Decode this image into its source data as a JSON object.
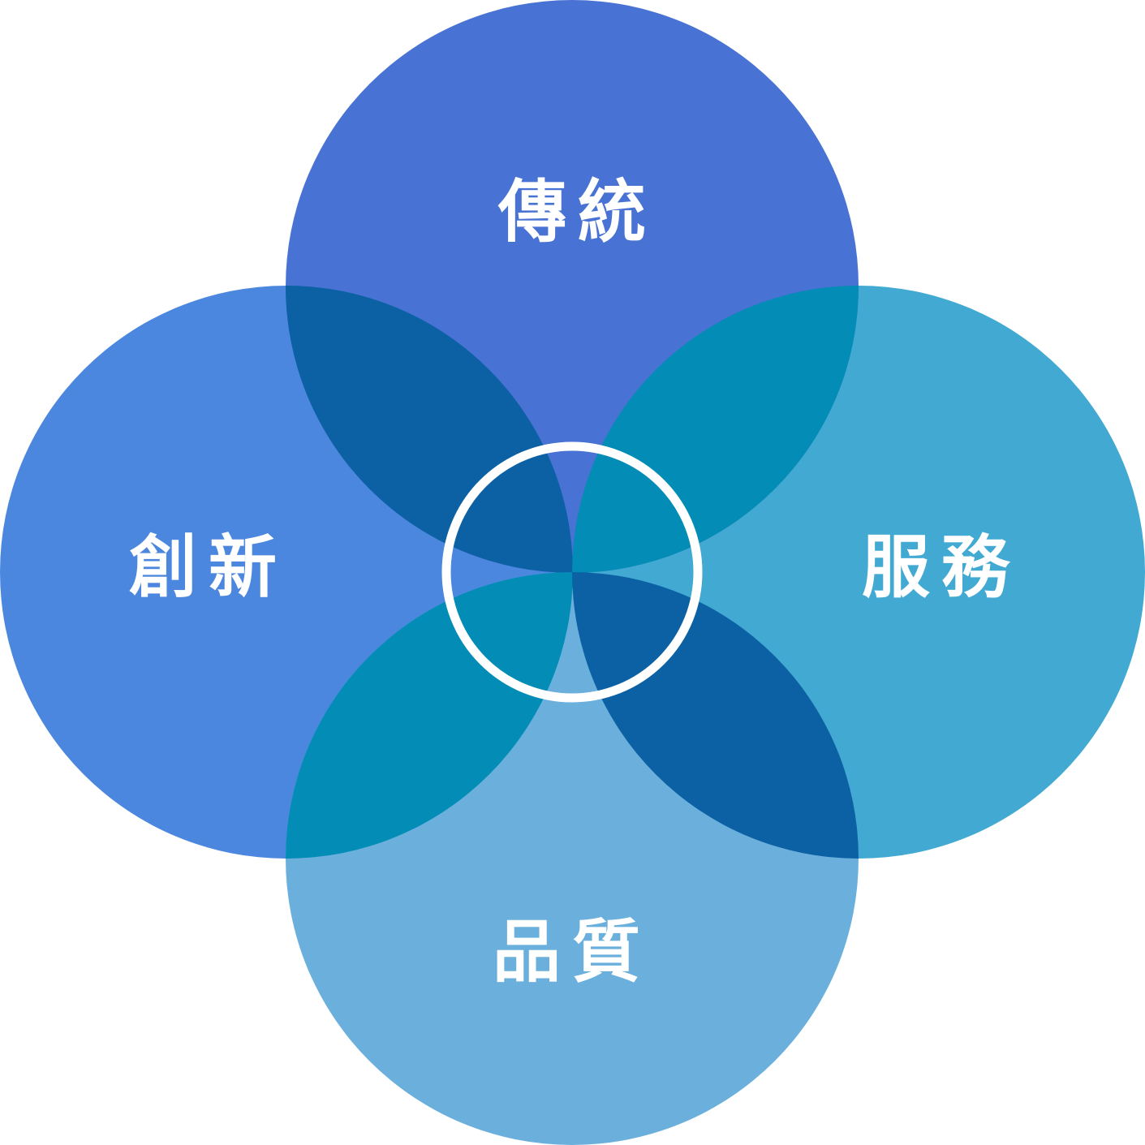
{
  "diagram": {
    "circles": [
      {
        "id": "top",
        "label": "傳統",
        "color": "#4872d3"
      },
      {
        "id": "left",
        "label": "創新",
        "color": "#4c87df"
      },
      {
        "id": "right",
        "label": "服務",
        "color": "#41a9d2"
      },
      {
        "id": "bottom",
        "label": "品質",
        "color": "#6bb0dd"
      }
    ],
    "overlaps": {
      "top_left": "#0b61a4",
      "top_right": "#038cb5",
      "bottom_left": "#038cb5",
      "bottom_right": "#0b61a4"
    },
    "center_ring_color": "#ffffff"
  }
}
